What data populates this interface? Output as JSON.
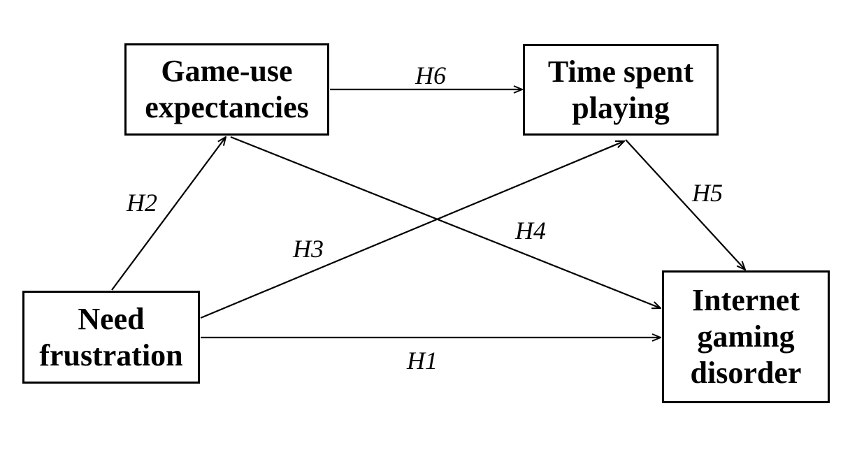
{
  "nodes": {
    "game_use_expectancies": [
      "Game-use",
      "expectancies"
    ],
    "time_spent_playing": [
      "Time spent",
      "playing"
    ],
    "need_frustration": [
      "Need",
      "frustration"
    ],
    "internet_gaming_disorder": [
      "Internet",
      "gaming",
      "disorder"
    ]
  },
  "edges": [
    {
      "label": "H1",
      "from": "need_frustration",
      "to": "internet_gaming_disorder"
    },
    {
      "label": "H2",
      "from": "need_frustration",
      "to": "game_use_expectancies"
    },
    {
      "label": "H3",
      "from": "need_frustration",
      "to": "time_spent_playing"
    },
    {
      "label": "H4",
      "from": "game_use_expectancies",
      "to": "internet_gaming_disorder"
    },
    {
      "label": "H5",
      "from": "time_spent_playing",
      "to": "internet_gaming_disorder"
    },
    {
      "label": "H6",
      "from": "game_use_expectancies",
      "to": "time_spent_playing"
    }
  ],
  "colors": {
    "stroke": "#000000",
    "background": "#ffffff"
  }
}
